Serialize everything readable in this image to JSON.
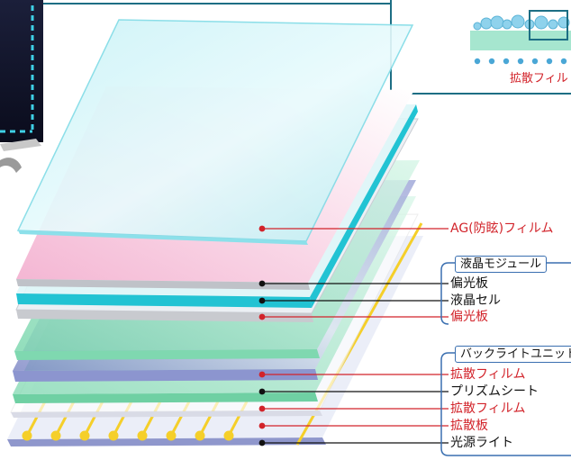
{
  "colors": {
    "red": "#d2232a",
    "black": "#111111",
    "bracket": "#3a6fb0",
    "cyan": "#2ec6d6",
    "pink": "#f6c8dc",
    "green": "#9ee0c0",
    "yellow": "#f5cf2a"
  },
  "inset": {
    "caption": "拡散フィル"
  },
  "labels": {
    "ag_film": "AG(防眩)フィルム",
    "lcd_module": {
      "title": "液晶モジュール",
      "items": [
        "偏光板",
        "液晶セル",
        "偏光板"
      ]
    },
    "backlight_unit": {
      "title": "バックライトユニット",
      "items": [
        "拡散フィルム",
        "プリズムシート",
        "拡散フィルム",
        "拡散板",
        "光源ライト"
      ]
    }
  }
}
